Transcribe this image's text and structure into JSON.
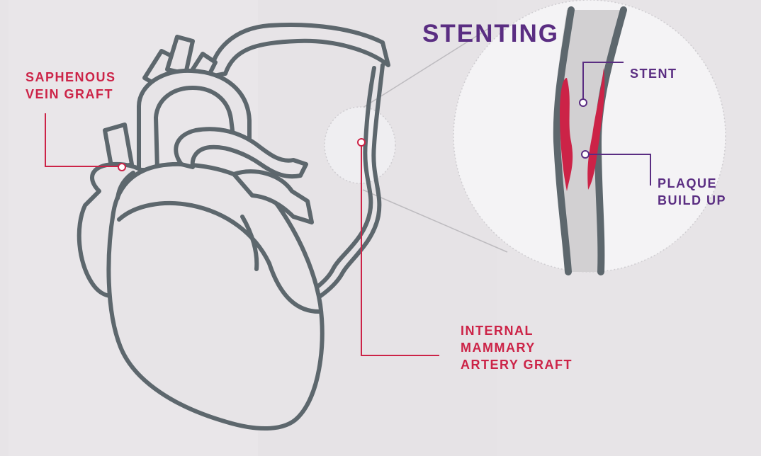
{
  "title": "STENTING",
  "labels": {
    "saphenous": [
      "SAPHENOUS",
      "VEIN GRAFT"
    ],
    "internal_mammary": [
      "INTERNAL",
      "MAMMARY",
      "ARTERY GRAFT"
    ],
    "stent": "STENT",
    "plaque": [
      "PLAQUE",
      "BUILD UP"
    ]
  },
  "colors": {
    "background": "#e7e4e7",
    "outline": "#5d676d",
    "graft_label": "#cc2347",
    "stent_label": "#5a2d82",
    "plaque": "#cc2347",
    "vessel_fill": "#d2d0d2",
    "zoom_circle": "#f4f3f5"
  }
}
